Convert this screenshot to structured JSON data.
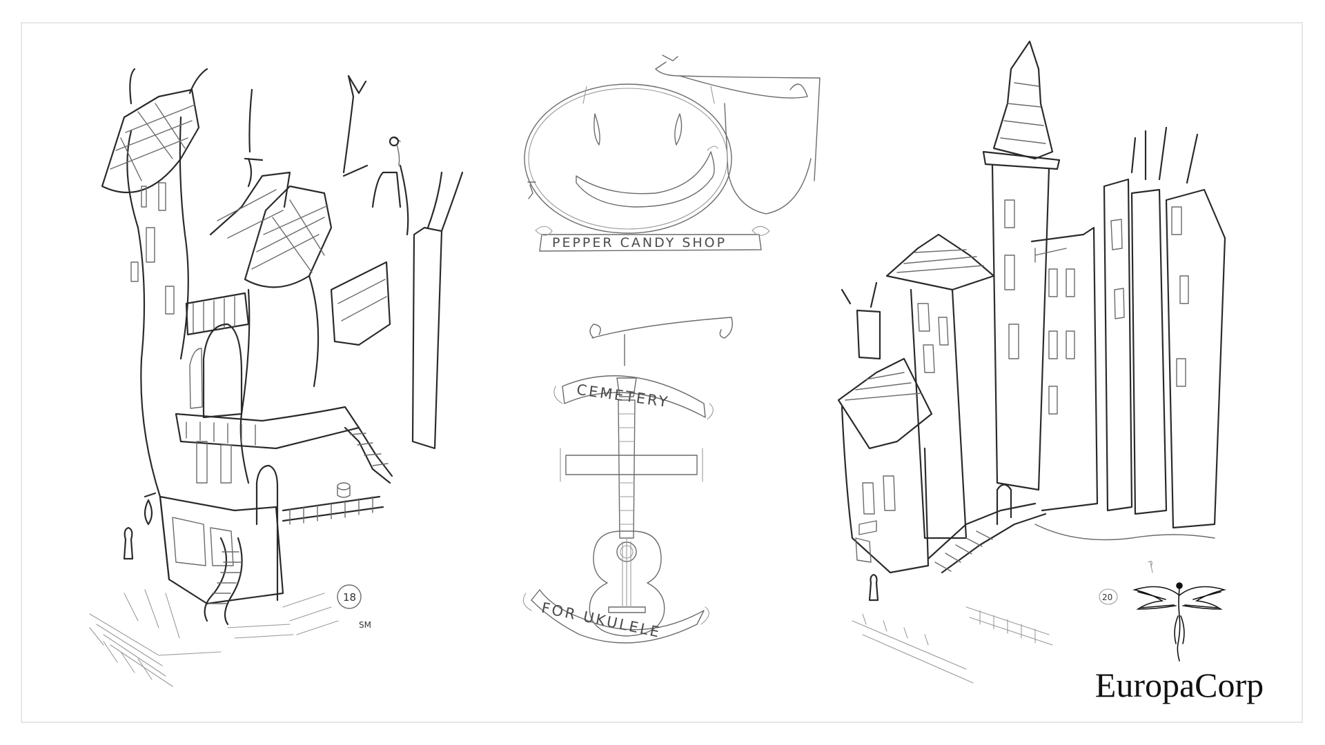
{
  "artwork": {
    "sheet_numbers": {
      "left": "18",
      "right": "20"
    },
    "artist_initials": "SM"
  },
  "signs": {
    "candy_shop": "PEPPER CANDY SHOP",
    "cemetery_top": "CEMETERY",
    "cemetery_bottom": "FOR UKULELE"
  },
  "logo": {
    "wordmark": "EuropaCorp",
    "color": "#111111"
  },
  "icons": {
    "logo_emblem": "winged-figure-icon"
  }
}
